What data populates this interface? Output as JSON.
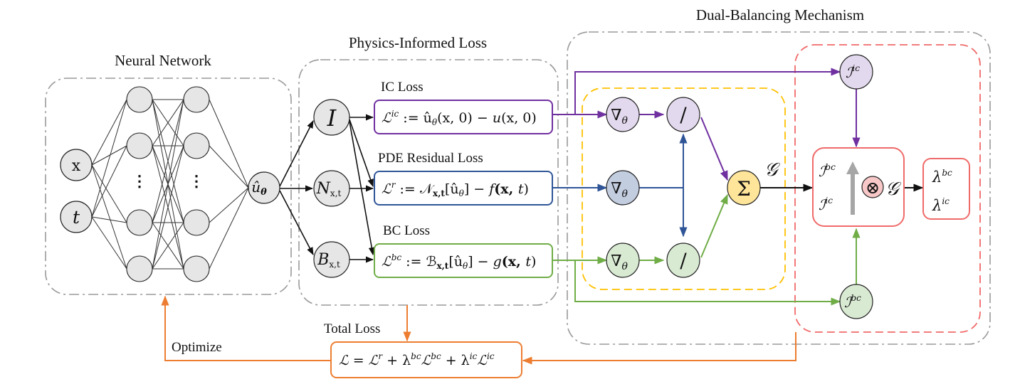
{
  "titles": {
    "neural_network": "Neural Network",
    "physics_loss": "Physics-Informed Loss",
    "dual_balancing": "Dual-Balancing Mechanism",
    "total_loss": "Total Loss",
    "optimize": "Optimize"
  },
  "network": {
    "inputs": [
      "x",
      "t"
    ],
    "output": "û",
    "output_sub": "θ",
    "hidden_ellipsis": "⋮"
  },
  "operators": {
    "identity": "I",
    "residual": "N",
    "residual_sub": "x,t",
    "boundary": "B",
    "boundary_sub": "x,t"
  },
  "losses": {
    "ic_label": "IC Loss",
    "pde_label": "PDE Residual Loss",
    "bc_label": "BC Loss",
    "ic_formula": "ℒ^ic := û_θ(x, 0) − u(x, 0)",
    "ic_parts": [
      "ℒ",
      "ic",
      " := û",
      "θ",
      "(x, 0) − ",
      "u",
      "(x, 0)"
    ],
    "pde_parts": [
      "ℒ",
      "r",
      " := 𝒩",
      "x,t",
      "[û",
      "θ",
      "] − ",
      "f",
      "(x, ",
      "t",
      ")"
    ],
    "bc_parts": [
      "ℒ",
      "bc",
      " := ℬ",
      "x,t",
      "[û",
      "θ",
      "] − ",
      "g",
      "(x, ",
      "t",
      ")"
    ]
  },
  "balancing": {
    "grad": "∇",
    "grad_sub": "θ",
    "divide": "/",
    "sum": "Σ",
    "G": "𝒢",
    "I_ic": "ℐ",
    "I_ic_sup": "ic",
    "I_bc": "ℐ",
    "I_bc_sup": "bc",
    "times": "⊗",
    "lambda_bc": "λ",
    "lambda_bc_sup": "bc",
    "lambda_ic": "λ",
    "lambda_ic_sup": "ic"
  },
  "total": {
    "formula_parts": [
      "ℒ = ℒ",
      "r",
      " + λ",
      "bc",
      "ℒ",
      "bc",
      " + λ",
      "ic",
      "ℒ",
      "ic"
    ]
  },
  "colors": {
    "ic": "#7030a0",
    "pde": "#2f5597",
    "bc": "#70ad47",
    "orange": "#ed7d31",
    "yellow": "#ffc000",
    "red": "#f06a6a",
    "node_gray": "#e6e6e6",
    "node_purple": "#e3d9ee",
    "node_blue": "#c3cde0",
    "node_green": "#d9ead3",
    "node_yellow": "#ffe599",
    "node_red": "#f8c8c8",
    "frame_gray": "#9a9a9a"
  }
}
